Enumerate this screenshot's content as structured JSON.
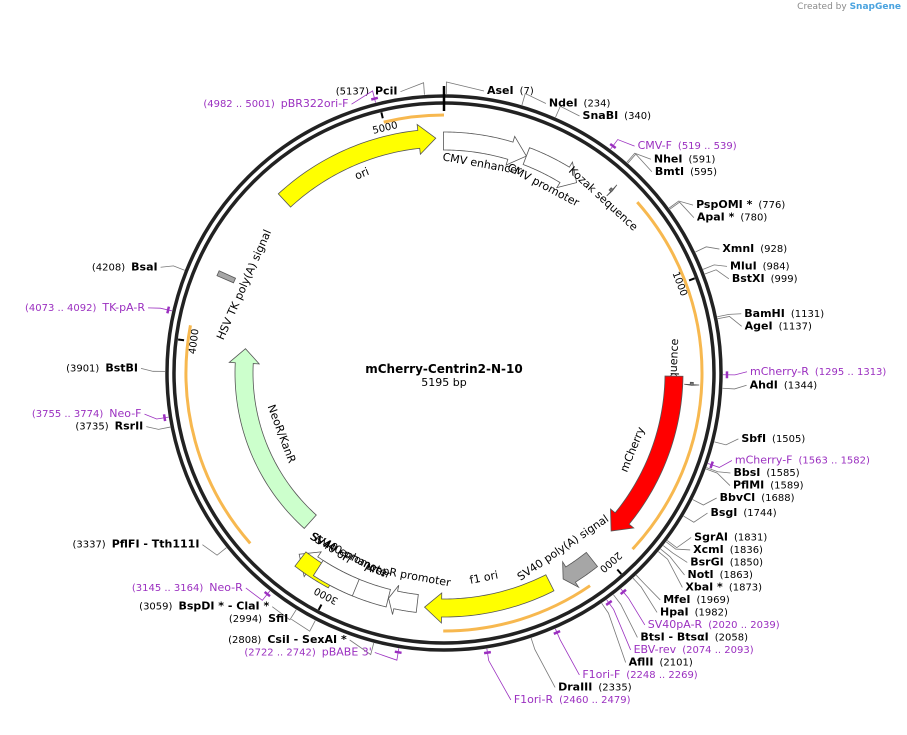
{
  "credit": {
    "created_by": "Created by",
    "logo": "SnapGene"
  },
  "plasmid": {
    "name": "mCherry-Centrin2-N-10",
    "size_label": "5195 bp",
    "length": 5195
  },
  "ticks": [
    {
      "pos": 1000,
      "label": "1000"
    },
    {
      "pos": 2000,
      "label": "2000"
    },
    {
      "pos": 3000,
      "label": "3000"
    },
    {
      "pos": 4000,
      "label": "4000"
    },
    {
      "pos": 5000,
      "label": "5000"
    }
  ],
  "colors": {
    "mcherry": "#ff0000",
    "ori": "#ffff00",
    "neo": "#ccffcc",
    "promoter": "#ffffff",
    "polyA": "#a6a6a6",
    "primer": "#9b30c0",
    "orf": "#f5a623",
    "orf_inner": "#2e8b00"
  },
  "features": [
    {
      "id": "cmv-enhancer",
      "name": "CMV enhancer",
      "start": 5193,
      "end": 5495,
      "type": "promoter",
      "dir": 1
    },
    {
      "id": "cmv-promoter",
      "name": "CMV promoter",
      "start": 300,
      "end": 503,
      "type": "promoter",
      "dir": 1
    },
    {
      "id": "kozak-1",
      "name": "Kozak sequence",
      "start": 607,
      "end": 617,
      "type": "small",
      "dir": 1
    },
    {
      "id": "kozak-2",
      "name": "Kozak sequence",
      "start": 1330,
      "end": 1340,
      "type": "small",
      "dir": 1
    },
    {
      "id": "mcherry",
      "name": "mCherry",
      "start": 1310,
      "end": 1925,
      "type": "mcherry",
      "dir": 1
    },
    {
      "id": "sv40-polya",
      "name": "SV40 poly(A) signal",
      "start": 2043,
      "end": 2164,
      "type": "polyA",
      "dir": 1
    },
    {
      "id": "f1-ori",
      "name": "f1 ori",
      "start": 2211,
      "end": 2666,
      "type": "ori",
      "dir": 1
    },
    {
      "id": "ampr-promoter",
      "name": "AmpR promoter",
      "start": 2693,
      "end": 2797,
      "type": "promoter",
      "dir": 1
    },
    {
      "id": "sv40-promoter",
      "name": "SV40 promoter",
      "start": 2798,
      "end": 3155,
      "type": "promoter",
      "dir": 1
    },
    {
      "id": "sv40-ori",
      "name": "SV40 ori",
      "start": 3006,
      "end": 3141,
      "type": "ori",
      "dir": 0
    },
    {
      "id": "sv40-enhancer",
      "name": "SV40 enhancer",
      "start": 2920,
      "end": 3071,
      "type": "promoter",
      "dir": 0
    },
    {
      "id": "neor-kanr",
      "name": "NeoR/KanR",
      "start": 3203,
      "end": 3997,
      "type": "neo",
      "dir": 1
    },
    {
      "id": "hsv-tk-polya",
      "name": "HSV TK poly(A) signal",
      "start": 4231,
      "end": 4249,
      "type": "polyA",
      "dir": 0
    },
    {
      "id": "ori",
      "name": "ori",
      "start": 4578,
      "end": 5166,
      "type": "ori",
      "dir": 1
    }
  ],
  "enzymes": [
    {
      "name": "PciI",
      "pos_label": "(5137)",
      "pos": 5137,
      "side": "left"
    },
    {
      "name": "AseI",
      "pos_label": "(7)",
      "pos": 7,
      "side": "right"
    },
    {
      "name": "NdeI",
      "pos_label": "(234)",
      "pos": 234,
      "side": "right"
    },
    {
      "name": "SnaBI",
      "pos_label": "(340)",
      "pos": 340,
      "side": "right"
    },
    {
      "name": "NheI",
      "pos_label": "(591)",
      "pos": 591,
      "side": "right"
    },
    {
      "name": "BmtI",
      "pos_label": "(595)",
      "pos": 595,
      "side": "right"
    },
    {
      "name": "PspOMI *",
      "pos_label": "(776)",
      "pos": 776,
      "side": "right"
    },
    {
      "name": "ApaI *",
      "pos_label": "(780)",
      "pos": 780,
      "side": "right"
    },
    {
      "name": "XmnI",
      "pos_label": "(928)",
      "pos": 928,
      "side": "right"
    },
    {
      "name": "MluI",
      "pos_label": "(984)",
      "pos": 984,
      "side": "right"
    },
    {
      "name": "BstXI",
      "pos_label": "(999)",
      "pos": 999,
      "side": "right"
    },
    {
      "name": "BamHI",
      "pos_label": "(1131)",
      "pos": 1131,
      "side": "right"
    },
    {
      "name": "AgeI",
      "pos_label": "(1137)",
      "pos": 1137,
      "side": "right"
    },
    {
      "name": "AhdI",
      "pos_label": "(1344)",
      "pos": 1344,
      "side": "right"
    },
    {
      "name": "SbfI",
      "pos_label": "(1505)",
      "pos": 1505,
      "side": "right"
    },
    {
      "name": "BbsI",
      "pos_label": "(1585)",
      "pos": 1585,
      "side": "right"
    },
    {
      "name": "PflMI",
      "pos_label": "(1589)",
      "pos": 1589,
      "side": "right"
    },
    {
      "name": "BbvCI",
      "pos_label": "(1688)",
      "pos": 1688,
      "side": "right"
    },
    {
      "name": "BsgI",
      "pos_label": "(1744)",
      "pos": 1744,
      "side": "right"
    },
    {
      "name": "SgrAI",
      "pos_label": "(1831)",
      "pos": 1831,
      "side": "right"
    },
    {
      "name": "XcmI",
      "pos_label": "(1836)",
      "pos": 1836,
      "side": "right"
    },
    {
      "name": "BsrGI",
      "pos_label": "(1850)",
      "pos": 1850,
      "side": "right"
    },
    {
      "name": "NotI",
      "pos_label": "(1863)",
      "pos": 1863,
      "side": "right"
    },
    {
      "name": "XbaI *",
      "pos_label": "(1873)",
      "pos": 1873,
      "side": "right"
    },
    {
      "name": "MfeI",
      "pos_label": "(1969)",
      "pos": 1969,
      "side": "right"
    },
    {
      "name": "HpaI",
      "pos_label": "(1982)",
      "pos": 1982,
      "side": "right"
    },
    {
      "name": "BtsI - BtsαI",
      "pos_label": "(2058)",
      "pos": 2058,
      "side": "right"
    },
    {
      "name": "AflII",
      "pos_label": "(2101)",
      "pos": 2101,
      "side": "right"
    },
    {
      "name": "DraIII",
      "pos_label": "(2335)",
      "pos": 2335,
      "side": "right"
    },
    {
      "name": "CsiI - SexAI *",
      "pos_label": "(2808)",
      "pos": 2808,
      "side": "left"
    },
    {
      "name": "SfiI",
      "pos_label": "(2994)",
      "pos": 2994,
      "side": "left"
    },
    {
      "name": "BspDI * - ClaI *",
      "pos_label": "(3059)",
      "pos": 3059,
      "side": "left"
    },
    {
      "name": "PflFI - Tth111I",
      "pos_label": "(3337)",
      "pos": 3337,
      "side": "left"
    },
    {
      "name": "RsrII",
      "pos_label": "(3735)",
      "pos": 3735,
      "side": "left"
    },
    {
      "name": "BstBI",
      "pos_label": "(3901)",
      "pos": 3901,
      "side": "left"
    },
    {
      "name": "BsaI",
      "pos_label": "(4208)",
      "pos": 4208,
      "side": "left"
    }
  ],
  "primers": [
    {
      "name": "pBR322ori-F",
      "range": "(4982 .. 5001)",
      "pos": 4990,
      "side": "left"
    },
    {
      "name": "CMV-F",
      "range": "(519 .. 539)",
      "pos": 529,
      "side": "right"
    },
    {
      "name": "mCherry-R",
      "range": "(1295 .. 1313)",
      "pos": 1304,
      "side": "right"
    },
    {
      "name": "mCherry-F",
      "range": "(1563 .. 1582)",
      "pos": 1572,
      "side": "right"
    },
    {
      "name": "SV40pA-R",
      "range": "(2020 .. 2039)",
      "pos": 2030,
      "side": "right"
    },
    {
      "name": "EBV-rev",
      "range": "(2074 .. 2093)",
      "pos": 2083,
      "side": "right"
    },
    {
      "name": "F1ori-F",
      "range": "(2248 .. 2269)",
      "pos": 2258,
      "side": "right"
    },
    {
      "name": "F1ori-R",
      "range": "(2460 .. 2479)",
      "pos": 2470,
      "side": "right"
    },
    {
      "name": "pBABE 3'",
      "range": "(2722 .. 2742)",
      "pos": 2732,
      "side": "left"
    },
    {
      "name": "Neo-R",
      "range": "(3145 .. 3164)",
      "pos": 3155,
      "side": "left"
    },
    {
      "name": "Neo-F",
      "range": "(3755 .. 3774)",
      "pos": 3765,
      "side": "left"
    },
    {
      "name": "TK-pA-R",
      "range": "(4073 .. 4092)",
      "pos": 4082,
      "side": "left"
    }
  ]
}
